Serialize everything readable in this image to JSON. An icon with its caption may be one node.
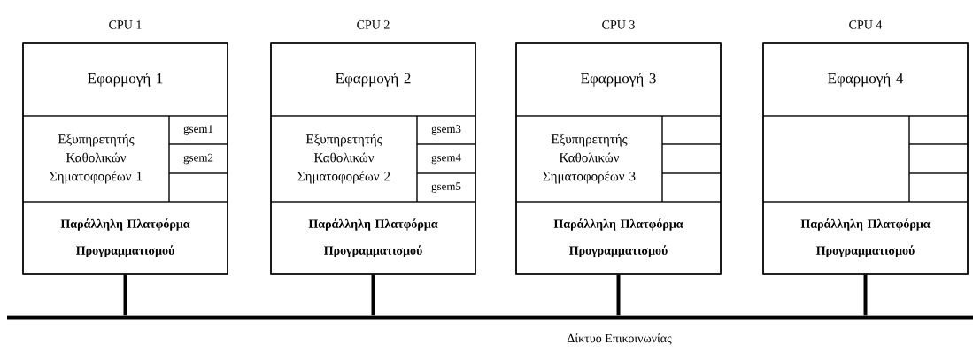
{
  "diagram": {
    "nodes": [
      {
        "text": [
          "CPU 1"
        ]
      },
      {
        "text": [
          "Εφαρμογή 1"
        ],
        "in": 0
      },
      {
        "text": [
          "Εξυπηρετητής Καθολικών Σηματοφορέων 1"
        ],
        "in": 0
      },
      {
        "text": [
          "gsem1"
        ],
        "in": 0
      },
      {
        "text": [
          "gsem2"
        ],
        "in": 0
      },
      {
        "text": [],
        "shape": "box",
        "in": 0
      },
      {
        "text": [
          "Παράλληλη Πλατφόρμα Προγραμματισμού"
        ],
        "in": 0
      },
      {
        "text": [
          "CPU 2"
        ]
      },
      {
        "text": [
          "Εφαρμογή 2"
        ],
        "in": 7
      },
      {
        "text": [
          "Εξυπηρετητής Καθολικών Σηματοφορέων 2"
        ],
        "in": 7
      },
      {
        "text": [
          "gsem3"
        ],
        "in": 7
      },
      {
        "text": [
          "gsem4"
        ],
        "in": 7
      },
      {
        "text": [
          "gsem5"
        ],
        "in": 7
      },
      {
        "text": [
          "Παράλληλη Πλατφόρμα Προγραμματισμού"
        ],
        "in": 7
      },
      {
        "text": [
          "CPU 3"
        ]
      },
      {
        "text": [
          "Εφαρμογή 3"
        ],
        "in": 14
      },
      {
        "text": [
          "Εξυπηρετητής Καθολικών Σηματοφορέων 3"
        ],
        "in": 14
      },
      {
        "text": [],
        "shape": "box",
        "in": 14
      },
      {
        "text": [],
        "shape": "box",
        "in": 14
      },
      {
        "text": [],
        "shape": "box",
        "in": 14
      },
      {
        "text": [
          "Παράλληλη Πλατφόρμα Προγραμματισμού"
        ],
        "in": 14
      },
      {
        "text": [
          "CPU 4"
        ]
      },
      {
        "text": [
          "Εφαρμογή 4"
        ],
        "in": 21
      },
      {
        "text": [],
        "shape": "box",
        "in": 21
      },
      {
        "text": [],
        "shape": "box",
        "in": 21
      },
      {
        "text": [],
        "shape": "box",
        "in": 21
      },
      {
        "text": [],
        "shape": "box",
        "in": 21
      },
      {
        "text": [
          "Παράλληλη Πλατφόρμα Προγραμματισμού"
        ],
        "in": 21
      },
      {
        "text": [
          "Δίκτυο Επικοινωνίας"
        ]
      }
    ],
    "edges": [
      {
        "from": 6,
        "to": 28,
        "arrow": "none"
      },
      {
        "from": 13,
        "to": 28,
        "arrow": "none"
      },
      {
        "from": 20,
        "to": 28,
        "arrow": "none"
      },
      {
        "from": 27,
        "to": 28,
        "arrow": "none"
      }
    ]
  }
}
